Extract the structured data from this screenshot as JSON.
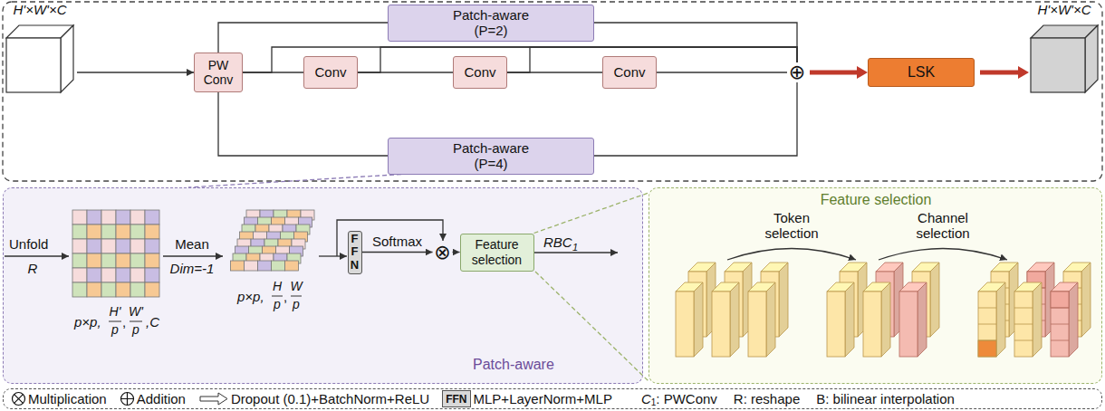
{
  "diagram": {
    "nodes": [
      {
        "text": [
          "H'×W'×C"
        ]
      },
      {
        "text": [
          "PW Conv"
        ]
      },
      {
        "text": [
          "Patch-aware (P=2)"
        ]
      },
      {
        "text": [
          "Conv"
        ]
      },
      {
        "text": [
          "Conv"
        ]
      },
      {
        "text": [
          "Conv"
        ]
      },
      {
        "text": [
          "⊕"
        ]
      },
      {
        "text": [
          "Patch-aware (P=4)"
        ]
      },
      {
        "text": [
          "LSK"
        ]
      },
      {
        "text": [
          "H'×W'×C"
        ]
      },
      {
        "text": [
          "Patch-aware"
        ]
      },
      {
        "text": [
          "FFN"
        ],
        "in": 10
      },
      {
        "text": [
          "⊗"
        ],
        "in": 10
      },
      {
        "text": [
          "Feature selection"
        ],
        "in": 10
      },
      {
        "text": [
          "Feature selection"
        ]
      }
    ],
    "edges": [
      {
        "from": 0,
        "to": 1,
        "arrow": "to"
      },
      {
        "from": 1,
        "to": 2,
        "arrow": "none"
      },
      {
        "from": 1,
        "to": 3,
        "arrow": "none"
      },
      {
        "from": 3,
        "to": 4,
        "arrow": "none"
      },
      {
        "from": 4,
        "to": 5,
        "arrow": "none"
      },
      {
        "from": 5,
        "to": 6,
        "arrow": "none"
      },
      {
        "from": 1,
        "to": 6,
        "arrow": "none"
      },
      {
        "from": 3,
        "to": 6,
        "arrow": "none"
      },
      {
        "from": 4,
        "to": 6,
        "arrow": "none"
      },
      {
        "from": 2,
        "to": 6,
        "arrow": "none"
      },
      {
        "from": 7,
        "to": 6,
        "arrow": "none"
      },
      {
        "from": 1,
        "to": 7,
        "arrow": "none"
      },
      {
        "from": 6,
        "to": 8,
        "arrow": "to"
      },
      {
        "from": 8,
        "to": 9,
        "arrow": "to"
      },
      {
        "from": 7,
        "to": 10,
        "arrow": "none"
      },
      {
        "from": 11,
        "to": 12,
        "label": "Softmax",
        "arrow": "to"
      },
      {
        "from": 12,
        "to": 13,
        "arrow": "to"
      },
      {
        "from": 13,
        "to": 14,
        "arrow": "none"
      }
    ],
    "labels": [
      "Unfold",
      "R",
      "p×p,",
      "H'",
      "p",
      ",",
      "W'",
      "p",
      ",C",
      "Mean",
      "Dim=-1",
      "p×p,",
      "H",
      "p",
      ",",
      "W",
      "p",
      "RBC",
      "1",
      "Token selection",
      "Channel selection",
      "FFN",
      "C",
      "1",
      ": PWConv",
      "R: reshape",
      "B: bilinear interpolation"
    ],
    "legend": [
      {
        "text": "Multiplication"
      },
      {
        "text": "Addition"
      },
      {
        "text": "Dropout (0.1)+BatchNorm+ReLU"
      },
      {
        "text": "MLP+LayerNorm+MLP"
      }
    ]
  }
}
